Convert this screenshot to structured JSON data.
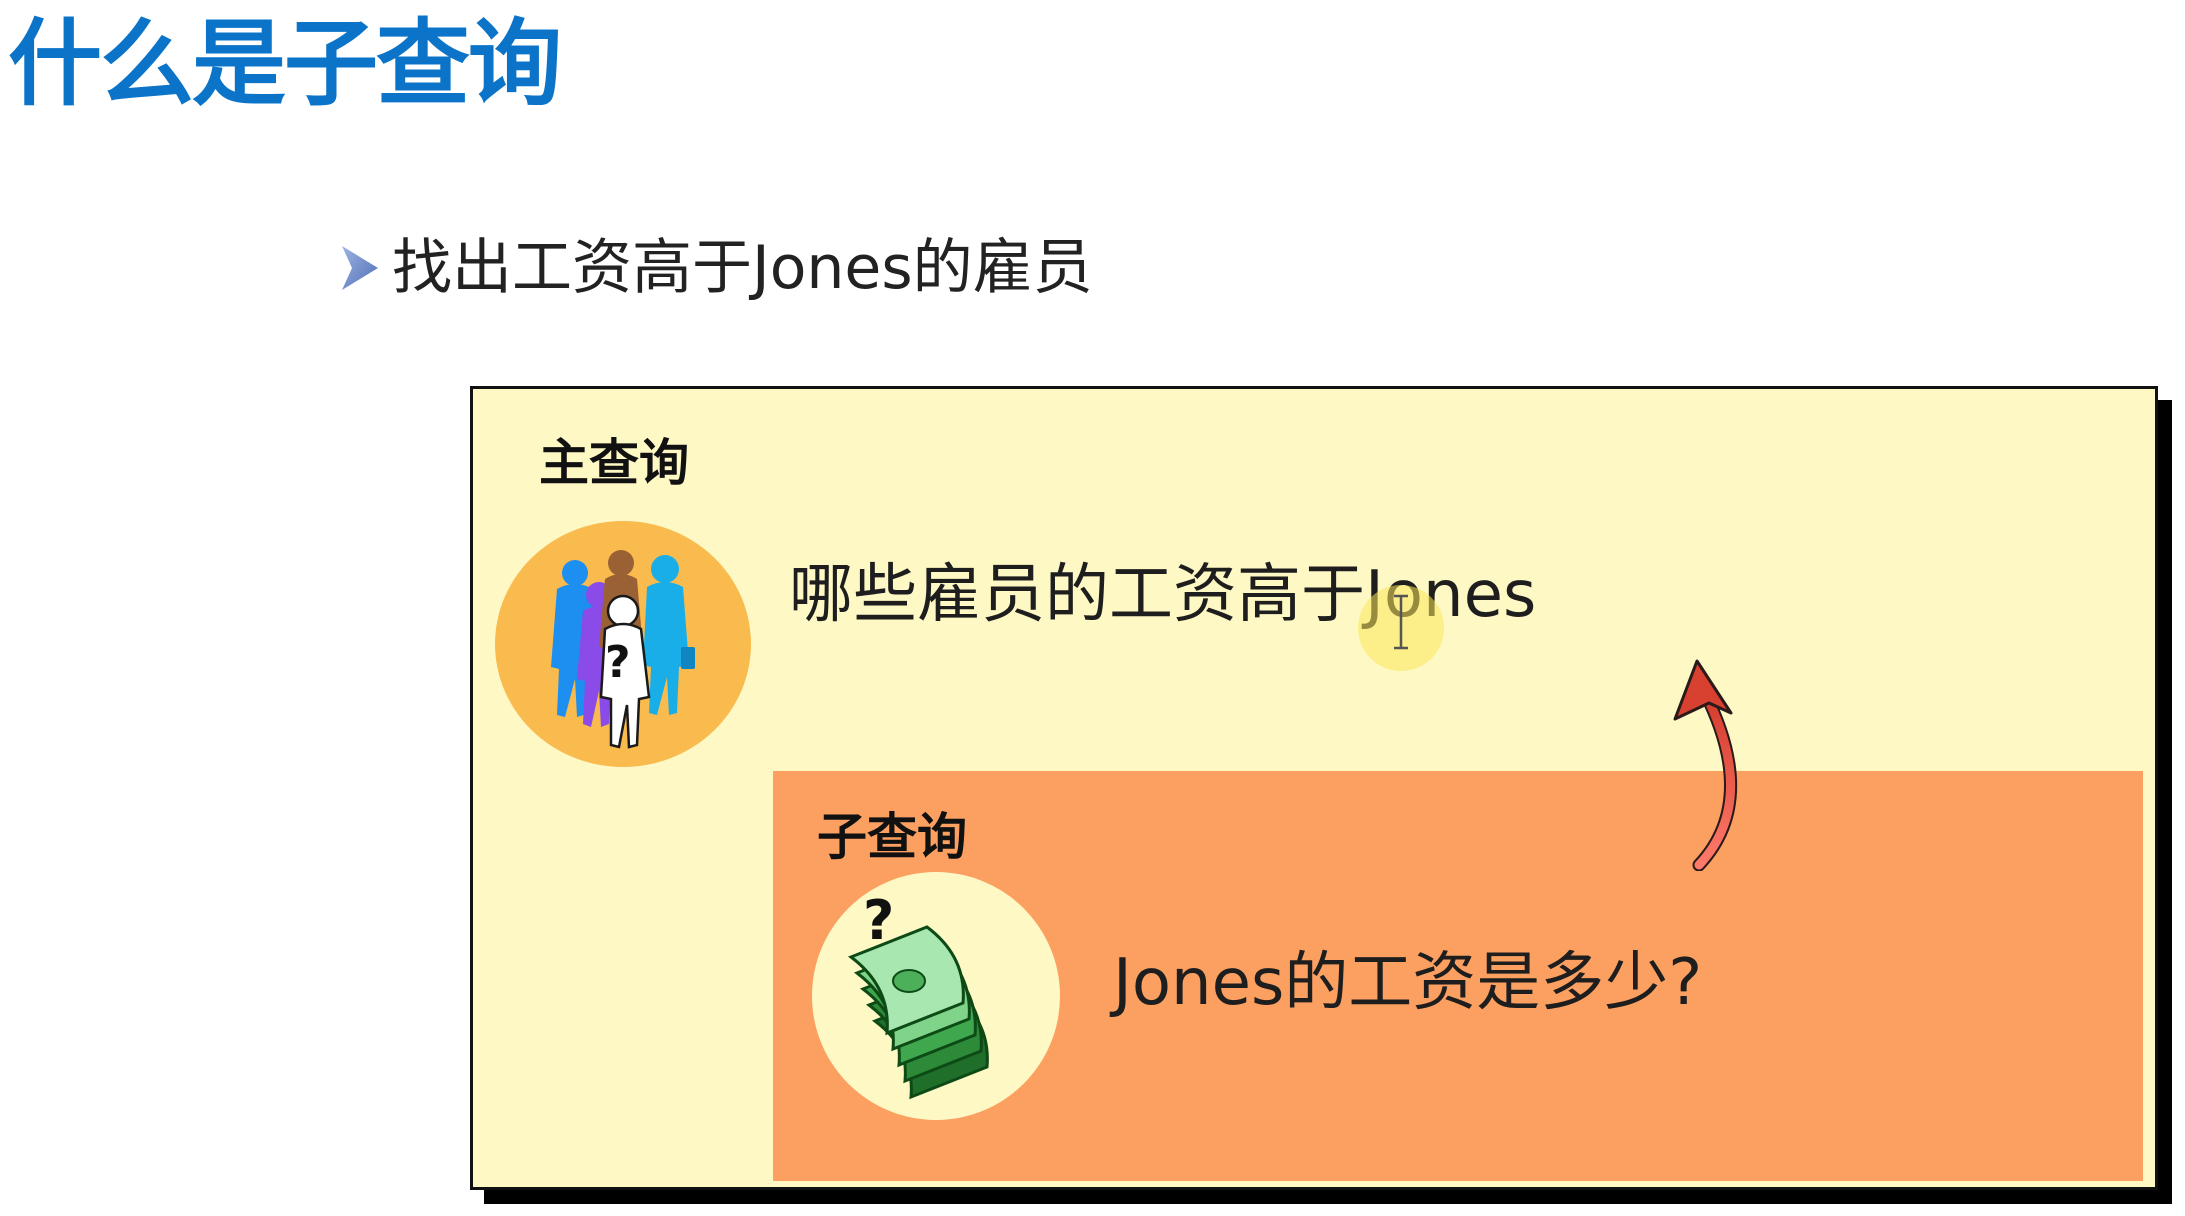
{
  "slide": {
    "title": "什么是子查询",
    "bullet": "找出工资高于Jones的雇员"
  },
  "main_query": {
    "label": "主查询",
    "question": "哪些雇员的工资高于Jones",
    "icon": "people-question-icon"
  },
  "sub_query": {
    "label": "子查询",
    "question": "Jones的工资是多少?",
    "icon": "money-question-icon",
    "question_mark": "?"
  },
  "colors": {
    "title": "#0b74c8",
    "bullet_arrow": "#6b86c4",
    "main_box_bg": "#fef8c4",
    "sub_box_bg": "#fca062",
    "icon_circle_main": "#f9ba4e",
    "icon_circle_sub": "#fef8c4",
    "arrow": "#e04a3c"
  }
}
